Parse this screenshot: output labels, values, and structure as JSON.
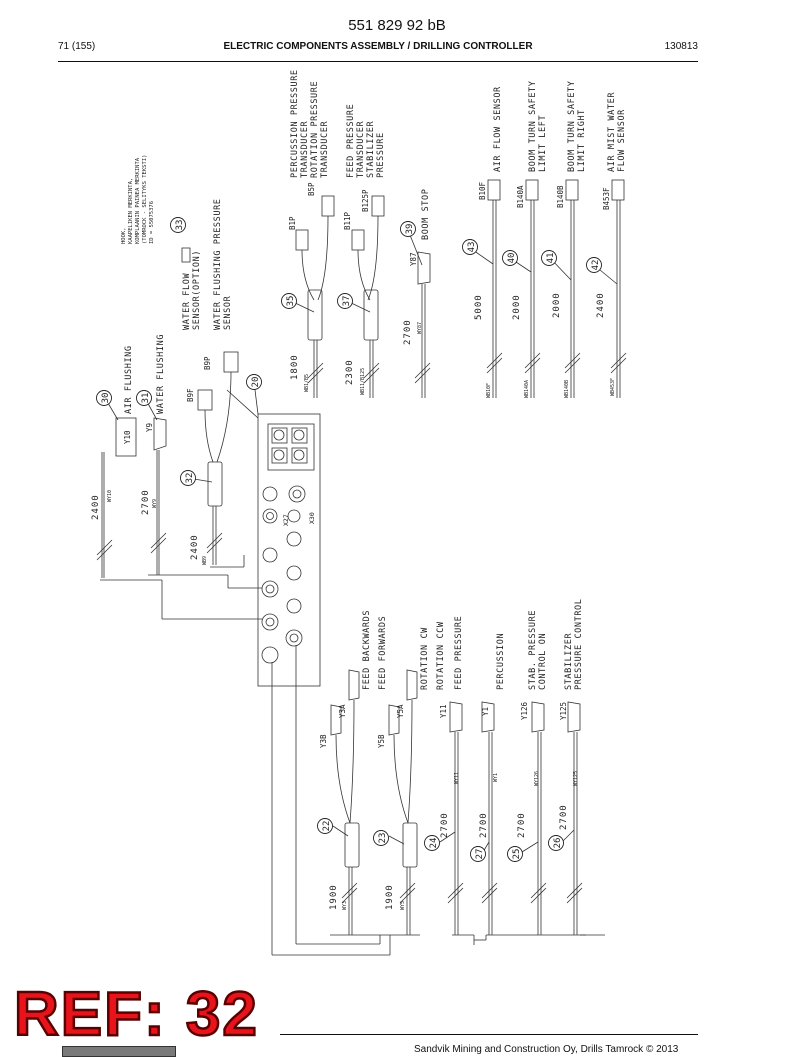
{
  "document": {
    "number": "551 829 92 bB",
    "page": "71 (155)",
    "title": "ELECTRIC COMPONENTS ASSEMBLY / DRILLING CONTROLLER",
    "code": "130813"
  },
  "diagram": {
    "labels": {
      "air_flushing": "AIR FLUSHING",
      "water_flushing": "WATER FLUSHING",
      "water_flow_sensor": "WATER FLOW",
      "water_flow_sensor_2": "SENSOR(OPTION)",
      "water_flushing_pressure": "WATER FLUSHING PRESSURE",
      "water_flushing_pressure_2": "SENSOR",
      "hook_note_1": "HOOK,",
      "hook_note_2": "KAAPELIKEN MERKINTA,",
      "hook_note_3": "KOMPLAANIN PAINEA MERKINTA",
      "hook_note_4": "(TOMROCK - SELITYKS TEKSTI)",
      "hook_note_5": "ID = 55075376",
      "percussion_pressure": "PERCUSSION PRESSURE",
      "transducer": "TRANSDUCER",
      "rotation_pressure": "ROTATION PRESSURE",
      "feed_pressure": "FEED PRESSURE",
      "stabilizer": "STABILIZER",
      "pressure": "PRESSURE",
      "boom_stop": "BOOM STOP",
      "air_flow_sensor": "AIR FLOW SENSOR",
      "boom_turn_left": "BOOM TURN SAFETY",
      "limit_left": "LIMIT LEFT",
      "boom_turn_right": "BOOM TURN SAFETY",
      "limit_right": "LIMIT RIGHT",
      "air_mist_water": "AIR MIST WATER",
      "flow_sensor": "FLOW SENSOR",
      "feed_backwards": "FEED BACKWARDS",
      "feed_forwards": "FEED FORWARDS",
      "rotation_cw": "ROTATION CW",
      "rotation_ccw": "ROTATION CCW",
      "feed_pressure_b": "FEED PRESSURE",
      "percussion": "PERCUSSION",
      "stab_pressure": "STAB. PRESSURE",
      "control_on": "CONTROL ON",
      "stabilizer_b": "STABILIZER",
      "pressure_control": "PRESSURE CONTROL"
    },
    "designators": {
      "y10": "Y10",
      "y9": "Y9",
      "b9f": "B9F",
      "b9p": "B9P",
      "b1p": "B1P",
      "b5p": "B5P",
      "b11p": "B11P",
      "b125p": "B125P",
      "y87": "Y87",
      "b10f": "B10F",
      "b140a": "B140A",
      "b140b": "B140B",
      "b453f": "B453F",
      "y3b": "Y3B",
      "y3a": "Y3A",
      "y5b": "Y5B",
      "y5a": "Y5A",
      "y11": "Y11",
      "y1": "Y1",
      "y126": "Y126",
      "y125": "Y125",
      "x27": "X27",
      "x30": "X30"
    },
    "lengths": {
      "l30": "2400",
      "l31": "2700",
      "l32": "2400",
      "l35": "1800",
      "l37": "2300",
      "l39": "2700",
      "l43": "5000",
      "l40": "2000",
      "l41": "2000",
      "l42": "2400",
      "l22": "1900",
      "l23": "1900",
      "l24": "2700",
      "l27": "2700",
      "l25": "2700",
      "l26": "2700"
    },
    "wire_markers": {
      "w30": "WY10",
      "w31": "WY9",
      "w32": "WB9",
      "w35": "WB1/B5",
      "w37": "WB11/B125",
      "w39": "WY87",
      "w43": "WB10F",
      "w40": "WB140A",
      "w41": "WB140B",
      "w42": "WB453F",
      "w22": "WY3",
      "w23": "WY5",
      "w24": "WY11",
      "w27": "WY1",
      "w25": "WY126",
      "w26": "WY125"
    },
    "callouts": {
      "c30": "30",
      "c31": "31",
      "c32": "32",
      "c33": "33",
      "c35": "35",
      "c37": "37",
      "c39": "39",
      "c43": "43",
      "c40": "40",
      "c41": "41",
      "c42": "42",
      "c20": "20",
      "c22": "22",
      "c23": "23",
      "c24": "24",
      "c27": "27",
      "c25": "25",
      "c26": "26"
    }
  },
  "ref_stamp": "REF: 32",
  "footer": {
    "copyright": "Sandvik Mining and Construction Oy, Drills Tamrock © 2013"
  }
}
